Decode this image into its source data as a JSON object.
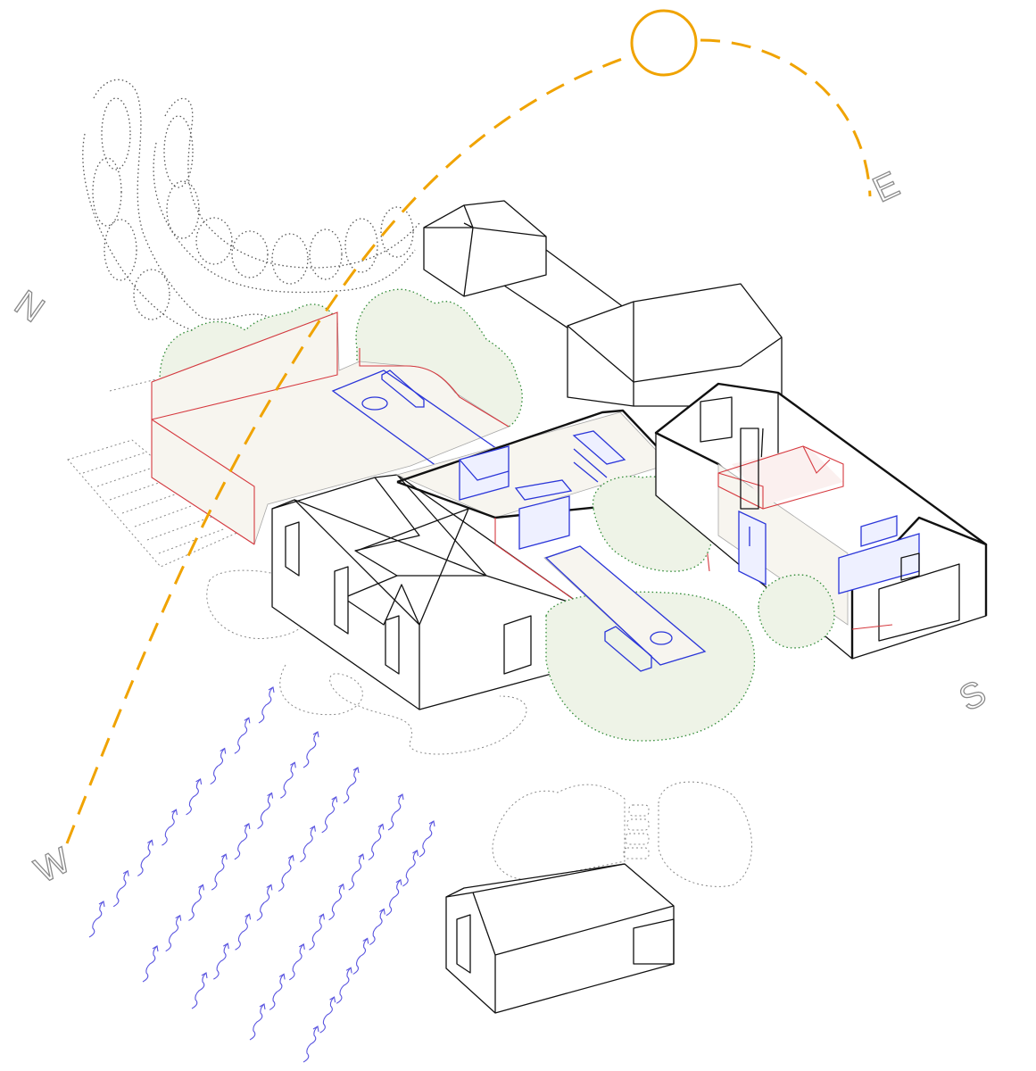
{
  "compass": {
    "north": "N",
    "east": "E",
    "south": "S",
    "west": "W"
  },
  "colors": {
    "sun": "#f0a300",
    "structure": "#111111",
    "interior_red": "#d6393f",
    "interior_blue": "#2b36d9",
    "vegetation": "#2f8a35",
    "wind": "#5a55e0"
  },
  "icons": [
    "sun-icon",
    "wind-arrow-icon",
    "tree-canopy-icon"
  ]
}
